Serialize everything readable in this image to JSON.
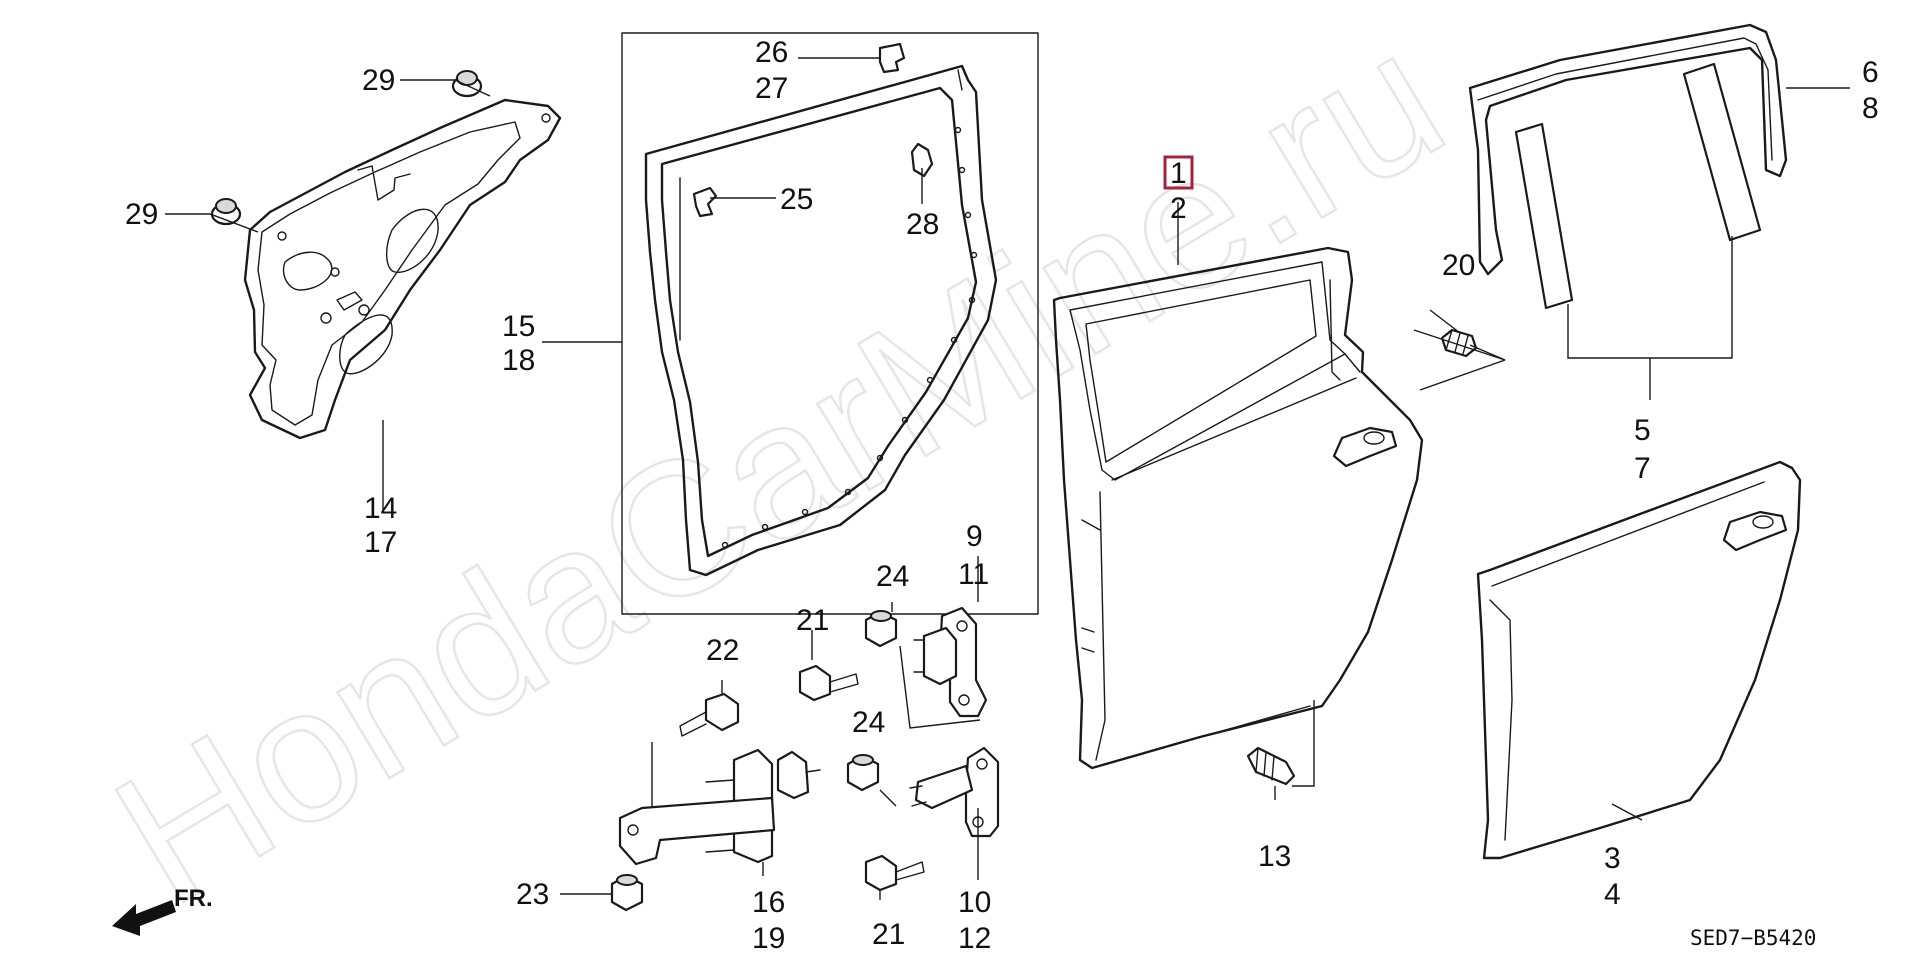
{
  "diagram": {
    "watermark": "HondaCarMine.ru",
    "drawing_code": "SED7−B5420",
    "direction_label": "FR.",
    "highlight_color": "#a3233f",
    "callouts": {
      "c1": "1",
      "c2": "2",
      "c3": "3",
      "c4": "4",
      "c5": "5",
      "c6": "6",
      "c7": "7",
      "c8": "8",
      "c9": "9",
      "c10": "10",
      "c11": "11",
      "c12": "12",
      "c13": "13",
      "c14": "14",
      "c15": "15",
      "c16": "16",
      "c17": "17",
      "c18": "18",
      "c19": "19",
      "c20": "20",
      "c21a": "21",
      "c21b": "21",
      "c22": "22",
      "c23": "23",
      "c24a": "24",
      "c24b": "24",
      "c25": "25",
      "c26": "26",
      "c27": "27",
      "c28": "28",
      "c29a": "29",
      "c29b": "29"
    }
  }
}
